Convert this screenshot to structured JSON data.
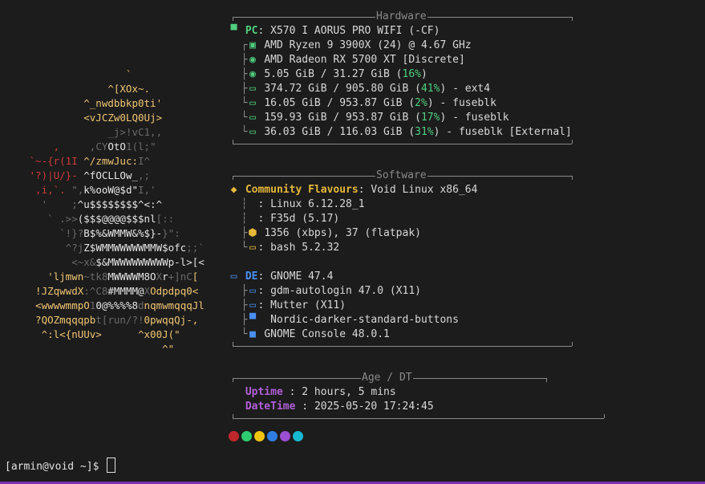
{
  "ascii_art": [
    [
      {
        "t": "                 `",
        "c": "y"
      }
    ],
    [
      {
        "t": "              ^[XOx~.",
        "c": "y"
      }
    ],
    [
      {
        "t": "          ^_nwdbbkp0ti'",
        "c": "y"
      }
    ],
    [
      {
        "t": "          <vJCZw0LQ0Uj>",
        "c": "y"
      }
    ],
    [
      {
        "t": "              _j>!vC1,,",
        "c": "d"
      }
    ],
    [
      {
        "t": "     ,     ",
        "c": "r"
      },
      {
        "t": ",CY",
        "c": "d"
      },
      {
        "t": "O",
        "c": "w"
      },
      {
        "t": "tO",
        "c": "w"
      },
      {
        "t": "1(l;\"",
        "c": "d"
      }
    ],
    [
      {
        "t": " `~-{r(1I ",
        "c": "r"
      },
      {
        "t": "^/zmwJuc:",
        "c": "y"
      },
      {
        "t": "I^",
        "c": "d"
      }
    ],
    [
      {
        "t": " '?)|U/}- ",
        "c": "r"
      },
      {
        "t": "^fOCLLOw_",
        "c": "w"
      },
      {
        "t": ",;",
        "c": "d"
      }
    ],
    [
      {
        "t": "  ,i,`.",
        "c": "r"
      },
      {
        "t": " \",",
        "c": "d"
      },
      {
        "t": "k%ooW@$d\"",
        "c": "w"
      },
      {
        "t": "I,'",
        "c": "d"
      }
    ],
    [
      {
        "t": "   '    ;",
        "c": "d"
      },
      {
        "t": "^u$$$$$$$$^<:^",
        "c": "w"
      }
    ],
    [
      {
        "t": "    ` .>>",
        "c": "d"
      },
      {
        "t": "($$$@@@@$$$nl",
        "c": "w"
      },
      {
        "t": "[::",
        "c": "d"
      }
    ],
    [
      {
        "t": "      `!}?",
        "c": "d"
      },
      {
        "t": "B$%&WMMW&%$}-",
        "c": "w"
      },
      {
        "t": "}\":",
        "c": "d"
      }
    ],
    [
      {
        "t": "       ^?j",
        "c": "d"
      },
      {
        "t": "Z$WMMWWWWWMMW$ofc",
        "c": "w"
      },
      {
        "t": ";;`",
        "c": "d"
      }
    ],
    [
      {
        "t": "        <~x&",
        "c": "d"
      },
      {
        "t": "$&MWWWWWWWWWp-l>",
        "c": "w"
      },
      {
        "t": "[<",
        "c": "w"
      }
    ],
    [
      {
        "t": "    'ljmwn",
        "c": "y"
      },
      {
        "t": "~tk8",
        "c": "d"
      },
      {
        "t": "MWWWWM8O",
        "c": "w"
      },
      {
        "t": "X",
        "c": "d"
      },
      {
        "t": "r",
        "c": "w"
      },
      {
        "t": "+]nC",
        "c": "d"
      },
      {
        "t": "[",
        "c": "y"
      }
    ],
    [
      {
        "t": "  !JZqwwdX",
        "c": "y"
      },
      {
        "t": ":^C8",
        "c": "d"
      },
      {
        "t": "#MMMM@",
        "c": "w"
      },
      {
        "t": "X",
        "c": "d"
      },
      {
        "t": "Odpdpq0<",
        "c": "y"
      }
    ],
    [
      {
        "t": "  <wwwwmmpO",
        "c": "y"
      },
      {
        "t": "1",
        "c": "d"
      },
      {
        "t": "0@%%%%8",
        "c": "w"
      },
      {
        "t": "d",
        "c": "d"
      },
      {
        "t": "nqmwmqqqJl",
        "c": "y"
      }
    ],
    [
      {
        "t": "  ?QOZmqqqpb",
        "c": "y"
      },
      {
        "t": "t[run/?!",
        "c": "d"
      },
      {
        "t": "0pwqqQj-,",
        "c": "y"
      }
    ],
    [
      {
        "t": "   ^:l<{nUUv>      ^x00J(\"",
        "c": "y"
      }
    ],
    [
      {
        "t": "                       ^\"",
        "c": "y"
      }
    ]
  ],
  "hardware": {
    "title": "Hardware",
    "pc_label": "PC",
    "pc_value": "X570 I AORUS PRO WIFI (-CF)",
    "cpu": "AMD Ryzen 9 3900X (24) @ 4.67 GHz",
    "gpu": "AMD Radeon RX 5700 XT [Discrete]",
    "memory": {
      "used": "5.05 GiB / 31.27 GiB",
      "pct": "16%"
    },
    "disks": [
      {
        "used": "374.72 GiB / 905.80 GiB",
        "pct": "41%",
        "suffix": " - ext4"
      },
      {
        "used": "16.05 GiB / 953.87 GiB",
        "pct": "2%",
        "suffix": " - fuseblk"
      },
      {
        "used": "159.93 GiB / 953.87 GiB",
        "pct": "17%",
        "suffix": " - fuseblk"
      },
      {
        "used": "36.03 GiB / 116.03 GiB",
        "pct": "31%",
        "suffix": " - fuseblk [External]"
      }
    ]
  },
  "software": {
    "title": "Software",
    "os_label": "Community Flavours",
    "os_value": "Void Linux x86_64",
    "kernel": "Linux 6.12.28_1",
    "shell_theme": "F35d (5.17)",
    "packages": "1356 (xbps), 37 (flatpak)",
    "shell": "bash 5.2.32",
    "de_label": "DE",
    "de_value": "GNOME 47.4",
    "login": "gdm-autologin 47.0 (X11)",
    "wm": "Mutter (X11)",
    "theme": "Nordic-darker-standard-buttons",
    "terminal": "GNOME Console 48.0.1"
  },
  "age": {
    "title": "Age / DT",
    "uptime_label": "Uptime",
    "uptime_value": "2 hours, 5 mins",
    "datetime_label": "DateTime",
    "datetime_value": "2025-05-20 17:24:45"
  },
  "palette": [
    "#c0272d",
    "#2ecc71",
    "#f1c40f",
    "#2f7de1",
    "#9b4ed0",
    "#17b8d0"
  ],
  "prompt": {
    "text": "[armin@void ~]$"
  },
  "colors": {
    "accent_green": "#4fcf7f",
    "accent_yellow": "#e5b83a",
    "accent_blue": "#4a8ff0",
    "accent_purple": "#b05fd8",
    "background": "#1c1c1c"
  }
}
